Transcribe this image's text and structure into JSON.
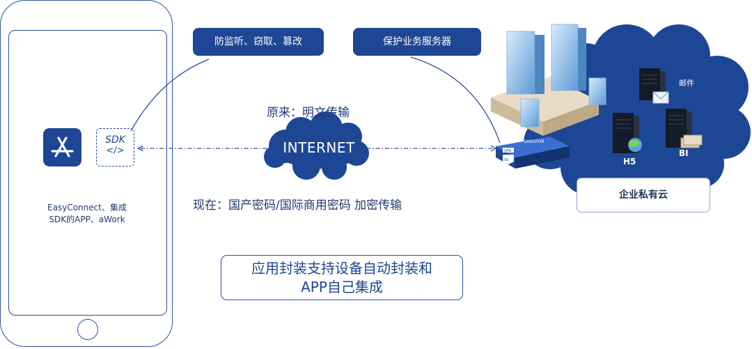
{
  "phone": {
    "caption_line1": "EasyConnect、集成",
    "caption_line2": "SDK的APP、aWork",
    "app_icon": "app-store-icon",
    "sdk_title": "SDK",
    "sdk_code": "</>"
  },
  "callouts": {
    "left": "防监听、窃取、篡改",
    "right": "保护业务服务器"
  },
  "transport": {
    "before": "原来：明文传输",
    "after": "现在：国产密码/国际商用密码 加密传输",
    "internet": "INTERNET"
  },
  "servers": {
    "mail": "邮件",
    "h5": "H5",
    "bi": "BI"
  },
  "cloud": {
    "label": "企业私有云"
  },
  "vpn": {
    "brand": "SANGFOR",
    "tag1": "VPN",
    "tag2": "SS"
  },
  "bottom_box": {
    "line1": "应用封装支持设备自动封装和",
    "line2": "APP自己集成"
  },
  "colors": {
    "primary": "#1d4794",
    "line": "#2a4f9c",
    "text": "#1f3a73"
  }
}
